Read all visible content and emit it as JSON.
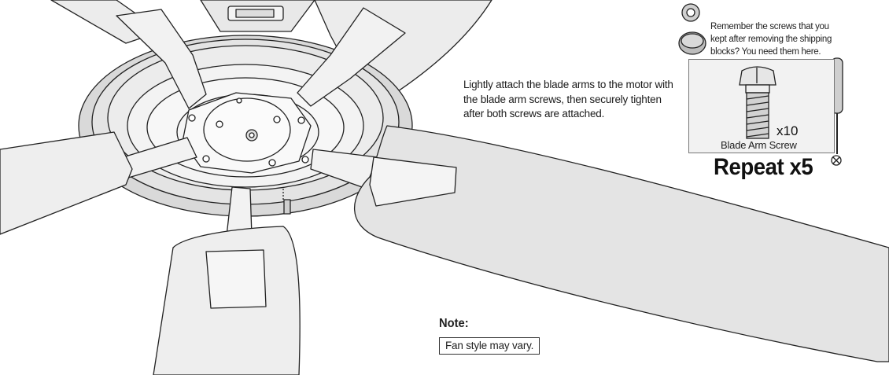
{
  "instruction": {
    "text": "Lightly attach the blade arms to the motor with the blade arm screws, then securely tighten after both screws are attached."
  },
  "reminder": {
    "text": "Remember the screws that you kept after removing the shipping blocks? You need them here."
  },
  "hardware": {
    "label": "Blade Arm Screw",
    "quantity": "x10"
  },
  "repeat": {
    "text": "Repeat x5"
  },
  "note": {
    "title": "Note:",
    "text": "Fan style may vary."
  },
  "icons": [
    "blade-arm-screw-icon",
    "screwdriver-icon",
    "shipping-block-icon",
    "ceiling-fan-motor-icon"
  ]
}
